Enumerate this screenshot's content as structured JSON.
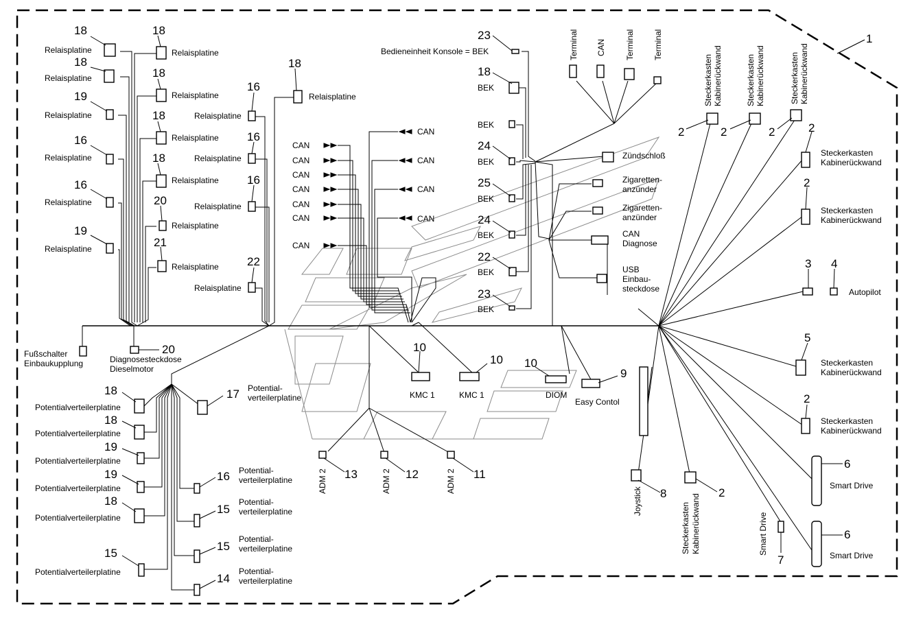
{
  "assembly_number": "1",
  "callouts": [
    {
      "id": "c-18-a",
      "text": "18"
    },
    {
      "id": "c-18-b",
      "text": "18"
    },
    {
      "id": "c-18-c",
      "text": "18"
    },
    {
      "id": "c-18-d",
      "text": "18"
    },
    {
      "id": "c-18-e",
      "text": "18"
    },
    {
      "id": "c-18-f",
      "text": "18"
    },
    {
      "id": "c-18-g",
      "text": "18"
    },
    {
      "id": "c-18-h",
      "text": "18"
    },
    {
      "id": "c-19-a",
      "text": "19"
    },
    {
      "id": "c-16-a",
      "text": "16"
    },
    {
      "id": "c-16-b",
      "text": "16"
    },
    {
      "id": "c-19-b",
      "text": "19"
    },
    {
      "id": "c-20-a",
      "text": "20"
    },
    {
      "id": "c-21",
      "text": "21"
    },
    {
      "id": "c-16-c",
      "text": "16"
    },
    {
      "id": "c-16-d",
      "text": "16"
    },
    {
      "id": "c-16-e",
      "text": "16"
    },
    {
      "id": "c-22-a",
      "text": "22"
    },
    {
      "id": "c-20-b",
      "text": "20"
    },
    {
      "id": "c-23-a",
      "text": "23"
    },
    {
      "id": "c-18-i",
      "text": "18"
    },
    {
      "id": "c-24-a",
      "text": "24"
    },
    {
      "id": "c-25",
      "text": "25"
    },
    {
      "id": "c-24-b",
      "text": "24"
    },
    {
      "id": "c-22-b",
      "text": "22"
    },
    {
      "id": "c-23-b",
      "text": "23"
    },
    {
      "id": "c-10-a",
      "text": "10"
    },
    {
      "id": "c-10-b",
      "text": "10"
    },
    {
      "id": "c-10-c",
      "text": "10"
    },
    {
      "id": "c-9",
      "text": "9"
    },
    {
      "id": "c-2-a",
      "text": "2"
    },
    {
      "id": "c-2-b",
      "text": "2"
    },
    {
      "id": "c-2-c",
      "text": "2"
    },
    {
      "id": "c-2-d",
      "text": "2"
    },
    {
      "id": "c-2-e",
      "text": "2"
    },
    {
      "id": "c-3",
      "text": "3"
    },
    {
      "id": "c-4",
      "text": "4"
    },
    {
      "id": "c-5",
      "text": "5"
    },
    {
      "id": "c-2-f",
      "text": "2"
    },
    {
      "id": "c-6-a",
      "text": "6"
    },
    {
      "id": "c-6-b",
      "text": "6"
    },
    {
      "id": "c-7",
      "text": "7"
    },
    {
      "id": "c-8",
      "text": "8"
    },
    {
      "id": "c-2-g",
      "text": "2"
    },
    {
      "id": "c-13",
      "text": "13"
    },
    {
      "id": "c-12",
      "text": "12"
    },
    {
      "id": "c-11",
      "text": "11"
    },
    {
      "id": "c-17",
      "text": "17"
    },
    {
      "id": "c-18-j",
      "text": "18"
    },
    {
      "id": "c-18-k",
      "text": "18"
    },
    {
      "id": "c-19-c",
      "text": "19"
    },
    {
      "id": "c-19-d",
      "text": "19"
    },
    {
      "id": "c-18-l",
      "text": "18"
    },
    {
      "id": "c-15-a",
      "text": "15"
    },
    {
      "id": "c-16-f",
      "text": "16"
    },
    {
      "id": "c-15-b",
      "text": "15"
    },
    {
      "id": "c-15-c",
      "text": "15"
    },
    {
      "id": "c-14",
      "text": "14"
    }
  ],
  "labels": {
    "relaisplatine": "Relaisplatine",
    "potentialverteilerplatine": "Potentialverteilerplatine",
    "potential": "Potential-",
    "verteilerplatine": "verteilerplatine",
    "can": "CAN",
    "bek": "BEK",
    "bek_title": "Bedieneinheit Konsole = BEK",
    "terminal": "Terminal",
    "zuendschloss": "Zündschloß",
    "zigaretten": "Zigaretten-",
    "anzuender": "anzünder",
    "can_diag_1": "CAN",
    "can_diag_2": "Diagnose",
    "usb_1": "USB",
    "usb_2": "Einbau-",
    "usb_3": "steckdose",
    "steckerkasten": "Steckerkasten",
    "kabinenrueckwand": "Kabinerückwand",
    "autopilot": "Autopilot",
    "smart_drive": "Smart Drive",
    "joystick": "Joystick",
    "kmc1": "KMC 1",
    "diom": "DIOM",
    "easy_control": "Easy Contol",
    "adm2": "ADM 2",
    "fuss_1": "Fußschalter",
    "fuss_2": "Einbaukupplung",
    "diag_1": "Diagnosesteckdose",
    "diag_2": "Dieselmotor"
  },
  "colors": {
    "line": "#000000",
    "ghost": "#8a8a8a",
    "paper": "#ffffff"
  }
}
